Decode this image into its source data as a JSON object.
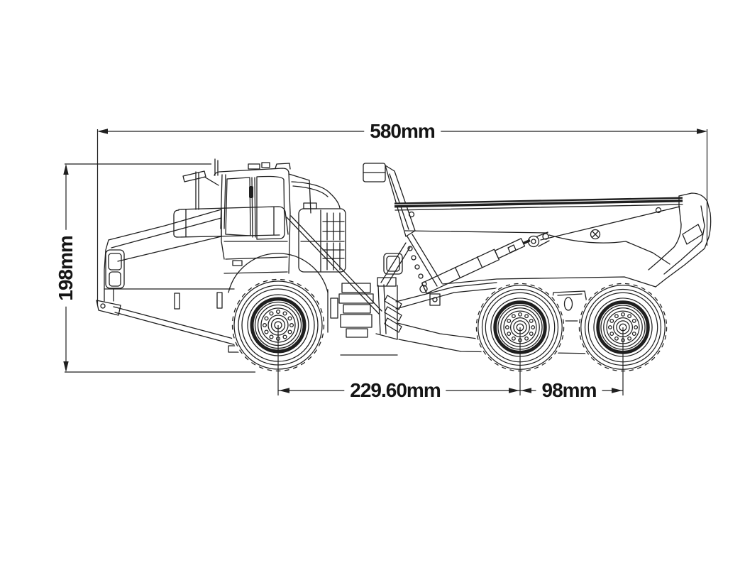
{
  "drawing": {
    "subject": "articulated-dump-truck-side-view",
    "style": "black-and-white technical line drawing with dimension annotations",
    "colors": {
      "line": "#1f1f1f",
      "background": "#ffffff"
    },
    "labels": {
      "overall_length": "580mm",
      "overall_height": "198mm",
      "wheelbase_front_to_middle": "229.60mm",
      "wheelbase_middle_to_rear": "98mm"
    }
  }
}
